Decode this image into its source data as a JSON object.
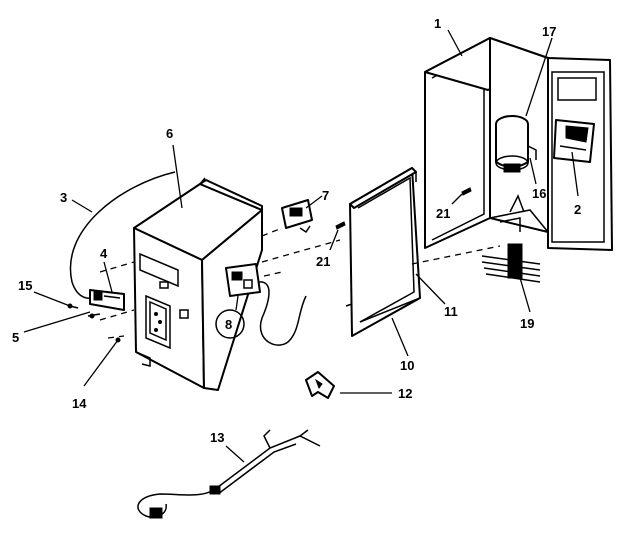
{
  "callouts": {
    "c1": "1",
    "c2": "2",
    "c3": "3",
    "c4": "4",
    "c5": "5",
    "c6": "6",
    "c7": "7",
    "c8": "8",
    "c10": "10",
    "c11": "11",
    "c12": "12",
    "c13": "13",
    "c14": "14",
    "c15": "15",
    "c16": "16",
    "c17": "17",
    "c19": "19",
    "c21a": "21",
    "c21b": "21"
  },
  "colors": {
    "line": "#000000",
    "background": "#ffffff"
  }
}
